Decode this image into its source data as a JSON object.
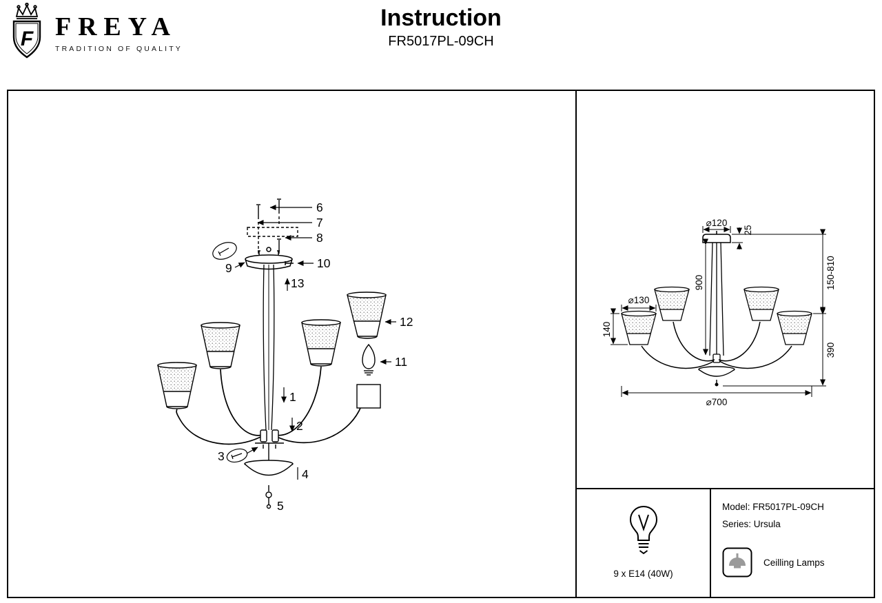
{
  "header": {
    "brand": "FREYA",
    "tagline": "TRADITION OF QUALITY",
    "title": "Instruction",
    "model": "FR5017PL-09CH"
  },
  "exploded_view": {
    "labels": [
      "1",
      "2",
      "3",
      "4",
      "5",
      "6",
      "7",
      "8",
      "9",
      "10",
      "11",
      "12",
      "13"
    ]
  },
  "dimension_view": {
    "canopy_diameter": "⌀120",
    "canopy_height": "25",
    "suspension_height": "150-810",
    "wire_length": "900",
    "shade_diameter": "⌀130",
    "shade_height": "140",
    "body_height": "390",
    "total_diameter": "⌀700"
  },
  "footer": {
    "bulb_spec": "9 x E14 (40W)",
    "model_line": "Model: FR5017PL-09CH",
    "series_line": "Series: Ursula",
    "category": "Ceilling Lamps"
  }
}
